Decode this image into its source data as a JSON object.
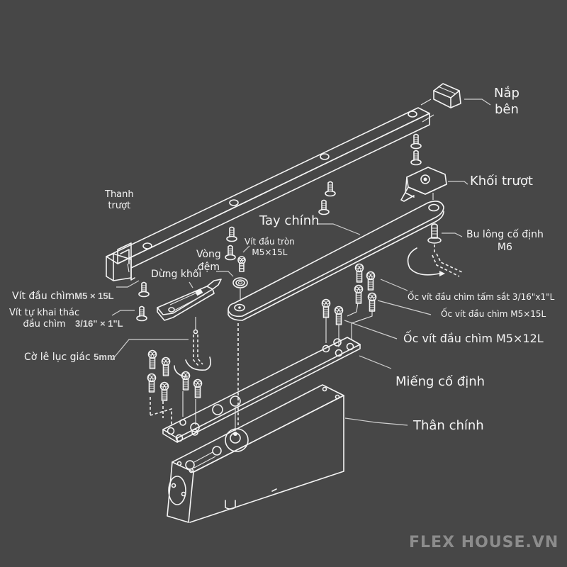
{
  "title": "Exploded view diagram",
  "colors": {
    "background": "#474747",
    "line": "#f4f4f4",
    "brand": "#8c8c8c"
  },
  "labels": {
    "side_cap": {
      "line1": "Nắp",
      "line2": "bên"
    },
    "slide_block": "Khối trượt",
    "slide_rail": {
      "line1": "Thanh",
      "line2": "trượt"
    },
    "main_arm": "Tay chính",
    "fixing_bolt": {
      "line1": "Bu lông cố định",
      "line2": "M6"
    },
    "round_head_screw": {
      "line1": "Vít đầu tròn",
      "line2": "M5×15L"
    },
    "washer": {
      "line1": "Vòng",
      "line2": "đệm"
    },
    "block_stop": "Dừng khối",
    "countersunk_screw": {
      "name": "Vít đầu chìm",
      "spec": "M5 × 15L"
    },
    "self_tapping_screw": {
      "line1": "Vít tự khai thác",
      "line2": "đầu chìm",
      "spec": "3/16\" × 1\"L"
    },
    "hex_key": {
      "name": "Cờ lê lục giác",
      "spec": "5mm"
    },
    "sheet_metal_screw": "Ốc vít đầu chìm tấm sắt 3/16\"x1\"L",
    "countersunk_m5x15": "Ốc vít đầu chìm M5×15L",
    "countersunk_m5x12": "Ốc vít đầu chìm M5×12L",
    "fixing_plate": "Miếng cố định",
    "main_body": "Thân chính"
  },
  "brand": "FLEX HOUSE.VN"
}
